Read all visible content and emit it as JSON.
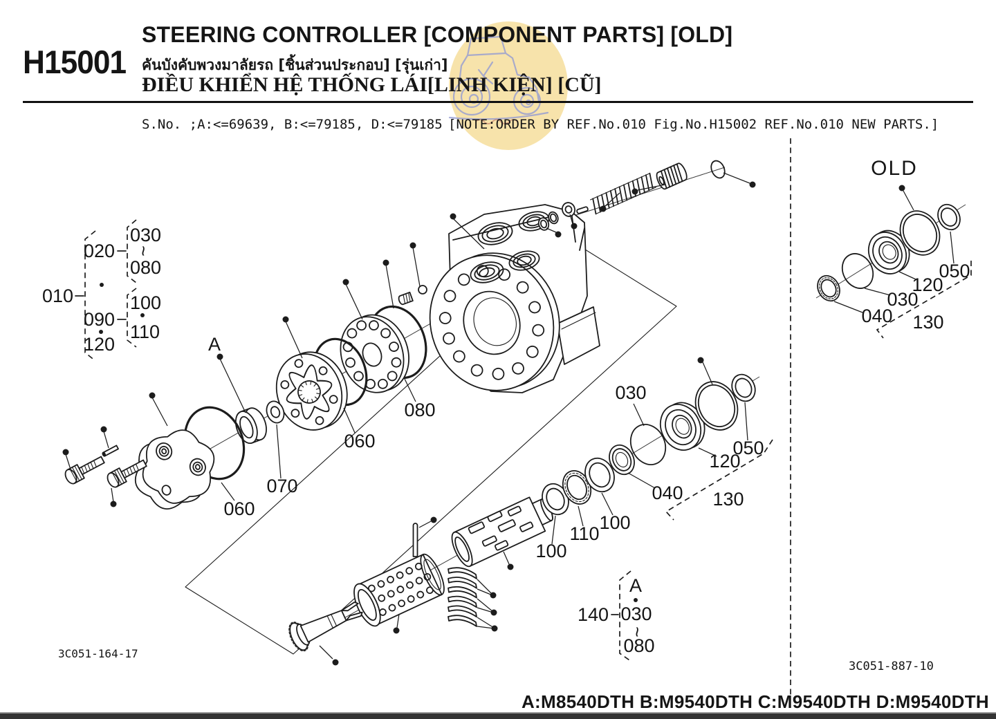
{
  "header": {
    "fig_code": "H15001",
    "title_en": "STEERING CONTROLLER [COMPONENT PARTS] [OLD]",
    "title_th": "คันบังคับพวงมาลัยรถ [ชิ้นส่วนประกอบ] [รุ่นเก่า]",
    "title_vi": "ĐIỀU KHIỂN HỆ THỐNG LÁI[LINH KIỆN] [CŨ]",
    "serial_line": "S.No. ;A:<=69639, B:<=79185, D:<=79185",
    "note_line": "[NOTE:ORDER BY REF.No.010 Fig.No.H15002 REF.No.010 NEW PARTS.]"
  },
  "labels": {
    "n010": "010",
    "n020": "020",
    "n030": "030",
    "n040": "040",
    "n050": "050",
    "n060": "060",
    "n070": "070",
    "n080": "080",
    "n090": "090",
    "n100": "100",
    "n110": "110",
    "n120": "120",
    "n130": "130",
    "n140": "140",
    "tilde": "~",
    "letter_a": "A",
    "old_title": "OLD"
  },
  "footer": {
    "drawing_no_left": "3C051-164-17",
    "drawing_no_right": "3C051-887-10",
    "model_legend": "A:M8540DTH B:M9540DTH C:M9540DTH D:M9540DTH"
  }
}
